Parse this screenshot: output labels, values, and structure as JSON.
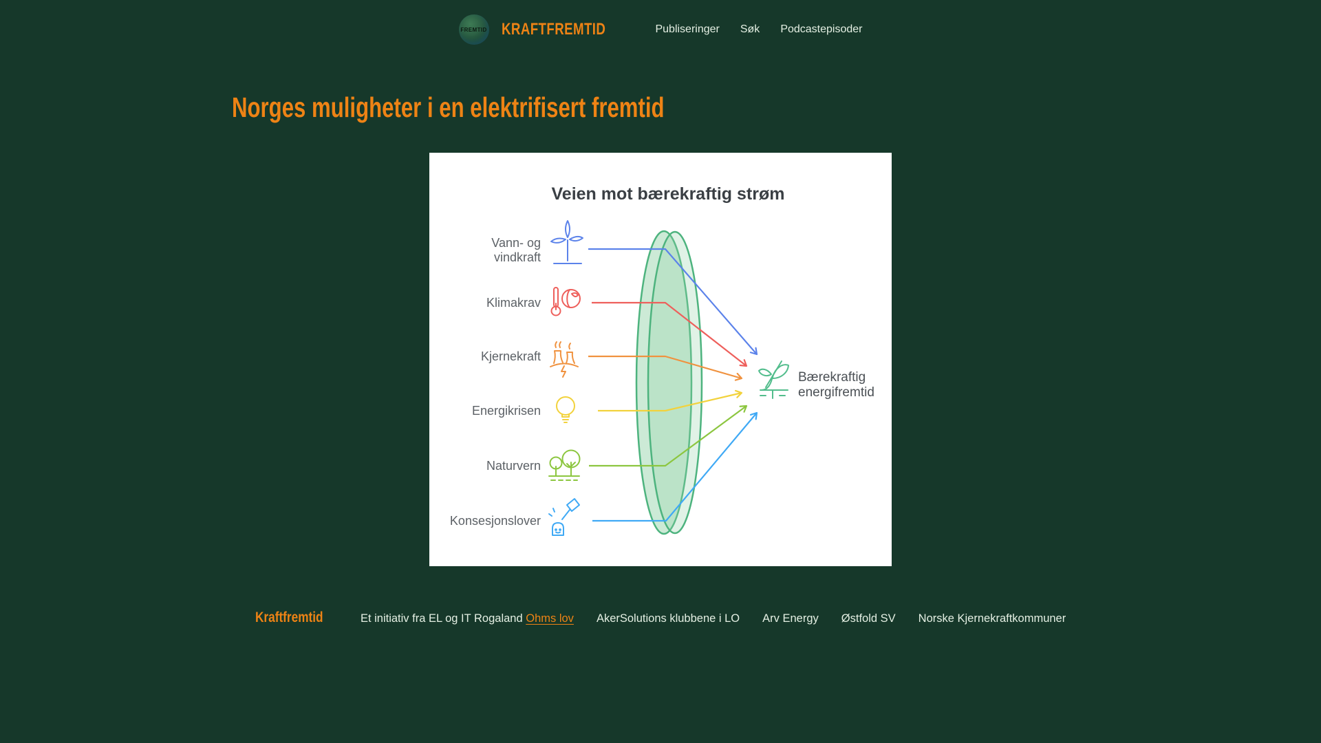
{
  "page": {
    "background": "#16382a",
    "accent_orange": "#ee8315"
  },
  "header": {
    "logo_text": "FREMTID",
    "brand": "KRAFTFREMTID",
    "nav": [
      "Publiseringer",
      "Søk",
      "Podcastepisoder"
    ]
  },
  "main": {
    "title": "Norges muligheter i en elektrifisert fremtid"
  },
  "diagram": {
    "title": "Veien mot bærekraftig strøm",
    "lens_color": "#4db37e",
    "inputs": [
      {
        "lines": [
          "Vann- og",
          "vindkraft"
        ],
        "icon": "wind-turbine-icon",
        "color": "#5b82ea"
      },
      {
        "lines": [
          "Klimakrav"
        ],
        "icon": "thermometer-globe-icon",
        "color": "#ee5f5b"
      },
      {
        "lines": [
          "Kjernekraft"
        ],
        "icon": "nuclear-plant-icon",
        "color": "#f0923f"
      },
      {
        "lines": [
          "Energikrisen"
        ],
        "icon": "lightbulb-icon",
        "color": "#f2d23c"
      },
      {
        "lines": [
          "Naturvern"
        ],
        "icon": "trees-icon",
        "color": "#8cc63f"
      },
      {
        "lines": [
          "Konsesjonslover"
        ],
        "icon": "gavel-icon",
        "color": "#3fa9f5"
      }
    ],
    "output": {
      "lines": [
        "Bærekraftig",
        "energifremtid"
      ],
      "icon": "seedling-icon",
      "color": "#52bd8c"
    }
  },
  "footer": {
    "brand": "Kraftfremtid",
    "initiative_text": "Et initiativ fra EL og IT Rogaland",
    "link_label": "Ohms lov",
    "partners": [
      "AkerSolutions klubbene i LO",
      "Arv Energy",
      "Østfold SV",
      "Norske Kjernekraftkommuner"
    ]
  }
}
